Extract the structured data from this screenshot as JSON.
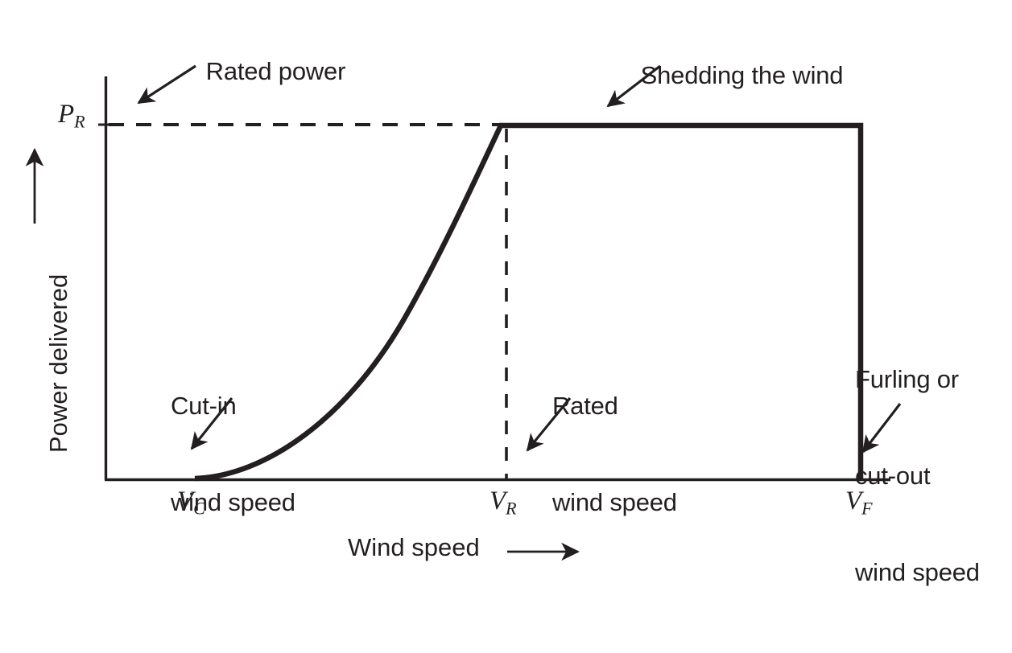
{
  "figure": {
    "kind": "wind-turbine-power-curve",
    "background_color": "#ffffff",
    "stroke_color": "#231f20"
  },
  "axes": {
    "y_label": "Power delivered",
    "y_label_arrow": "⟶",
    "x_label": "Wind speed",
    "x_label_arrow": "⟶"
  },
  "ticks": {
    "y": [
      {
        "symbol": "P",
        "subscript": "R",
        "label": "P_R",
        "meaning": "rated power"
      }
    ],
    "x": [
      {
        "symbol": "V",
        "subscript": "C",
        "label": "V_C",
        "meaning": "cut-in wind speed"
      },
      {
        "symbol": "V",
        "subscript": "R",
        "label": "V_R",
        "meaning": "rated wind speed"
      },
      {
        "symbol": "V",
        "subscript": "F",
        "label": "V_F",
        "meaning": "furling or cut-out wind speed"
      }
    ]
  },
  "annotations": [
    {
      "id": "rated-power",
      "lines": [
        "Rated power"
      ],
      "points_to": "rated power level P_R on the y-axis"
    },
    {
      "id": "shedding-the-wind",
      "lines": [
        "Shedding the wind"
      ],
      "points_to": "constant power plateau between V_R and V_F"
    },
    {
      "id": "cut-in-wind-speed",
      "lines": [
        "Cut-in",
        "wind speed"
      ],
      "points_to": "start of the power curve at V_C"
    },
    {
      "id": "rated-wind-speed",
      "lines": [
        "Rated",
        "wind speed"
      ],
      "points_to": "vertical dashed line at V_R"
    },
    {
      "id": "furling-cut-out-wind-speed",
      "lines": [
        "Furling or",
        "cut-out",
        "wind speed"
      ],
      "points_to": "vertical power drop at V_F"
    }
  ],
  "chart_data": {
    "type": "line",
    "title": "",
    "xlabel": "Wind speed",
    "ylabel": "Power delivered",
    "grid": false,
    "legend": null,
    "xlim": [
      0,
      1
    ],
    "ylim": [
      0,
      1
    ],
    "x_tick_labels": [
      "V_C",
      "V_R",
      "V_F"
    ],
    "x_tick_values": [
      0.118,
      0.511,
      0.964
    ],
    "y_tick_labels": [
      "P_R"
    ],
    "y_tick_values": [
      1.0
    ],
    "series": [
      {
        "name": "Power delivered",
        "description": "zero below cut-in, cubic rise from cut-in to rated, constant rated power to furling, then drops to zero",
        "points": [
          {
            "x": 0.0,
            "y": 0.0
          },
          {
            "x": 0.118,
            "y": 0.0
          },
          {
            "x": 0.2,
            "y": 0.035
          },
          {
            "x": 0.27,
            "y": 0.1
          },
          {
            "x": 0.34,
            "y": 0.2
          },
          {
            "x": 0.4,
            "y": 0.32
          },
          {
            "x": 0.45,
            "y": 0.47
          },
          {
            "x": 0.48,
            "y": 0.63
          },
          {
            "x": 0.5,
            "y": 0.82
          },
          {
            "x": 0.511,
            "y": 1.0
          },
          {
            "x": 0.964,
            "y": 1.0
          },
          {
            "x": 0.964,
            "y": 0.0
          }
        ]
      }
    ],
    "reference_lines": [
      {
        "orientation": "horizontal",
        "value": 1.0,
        "style": "dashed",
        "label": "P_R",
        "from_x": 0.0,
        "to_x": 0.511
      },
      {
        "orientation": "vertical",
        "value": 0.511,
        "style": "dashed",
        "label": "V_R",
        "from_y": 0.0,
        "to_y": 1.0
      }
    ]
  }
}
